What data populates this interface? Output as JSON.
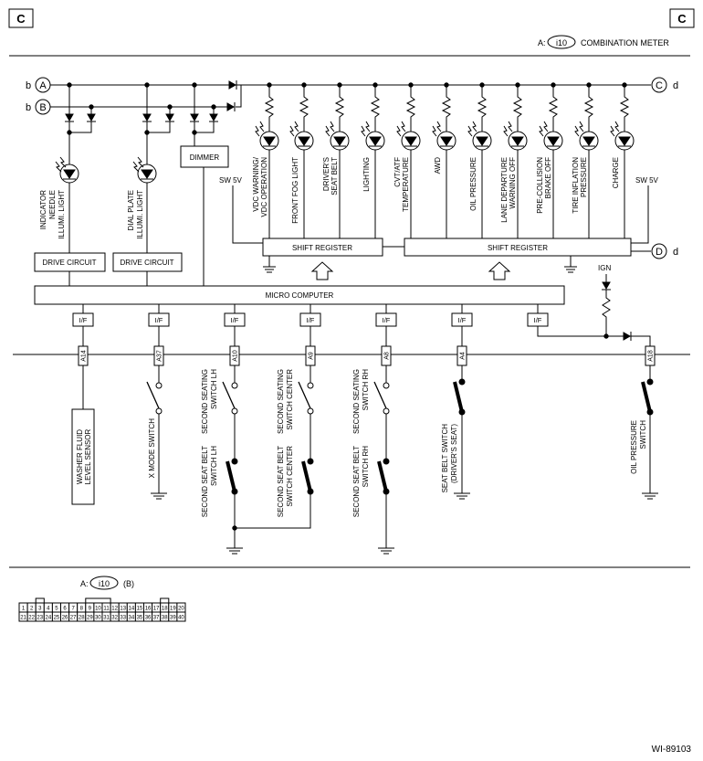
{
  "corner_left": "C",
  "corner_right": "C",
  "connector_ref": {
    "prefix": "A:",
    "code": "i10",
    "name": "COMBINATION METER"
  },
  "bus_a": {
    "left_letter": "b",
    "left_node": "A",
    "right_node": "C",
    "right_letter": "d"
  },
  "bus_b": {
    "left_letter": "b",
    "left_node": "B"
  },
  "dimmer": "DIMMER",
  "left_lamps": [
    {
      "label1": "INDICATOR",
      "label2": "NEEDLE",
      "label3": "ILLUMI. LIGHT",
      "drive": "DRIVE CIRCUIT"
    },
    {
      "label1": "DIAL PLATE",
      "label2": "ILLUMI. LIGHT",
      "drive": "DRIVE CIRCUIT"
    }
  ],
  "warning_lamps": [
    {
      "line1": "VDC WARNING/",
      "line2": "VDC OPERATION"
    },
    {
      "line1": "FRONT FOG LIGHT",
      "line2": ""
    },
    {
      "line1": "DRIVER'S",
      "line2": "SEAT BELT"
    },
    {
      "line1": "LIGHTING",
      "line2": ""
    },
    {
      "line1": "CVT/ATF",
      "line2": "TEMPERATURE"
    },
    {
      "line1": "AWD",
      "line2": ""
    },
    {
      "line1": "OIL PRESSURE",
      "line2": ""
    },
    {
      "line1": "LANE DEPARTURE",
      "line2": "WARNING OFF"
    },
    {
      "line1": "PRE-COLLISION",
      "line2": "BRAKE OFF"
    },
    {
      "line1": "TIRE INFLATION",
      "line2": "PRESSURE"
    },
    {
      "line1": "CHARGE",
      "line2": ""
    }
  ],
  "sw5v_left": "SW 5V",
  "sw5v_right": "SW 5V",
  "shift_register_left": "SHIFT REGISTER",
  "shift_register_right": "SHIFT REGISTER",
  "node_d": {
    "node": "D",
    "letter": "d"
  },
  "ign": "IGN",
  "micro_computer": "MICRO COMPUTER",
  "interfaces": [
    "I/F",
    "I/F",
    "I/F",
    "I/F",
    "I/F",
    "I/F",
    "I/F"
  ],
  "pins": [
    "A14",
    "A37",
    "A10",
    "A9",
    "A8",
    "A4",
    "A18"
  ],
  "devices": {
    "washer": {
      "line1": "WASHER FLUID",
      "line2": "LEVEL SENSOR"
    },
    "xmode": "X MODE SWITCH",
    "seating_lh": {
      "line1": "SECOND SEATING",
      "line2": "SWITCH LH"
    },
    "seating_center": {
      "line1": "SECOND SEATING",
      "line2": "SWITCH CENTER"
    },
    "seating_rh": {
      "line1": "SECOND SEATING",
      "line2": "SWITCH RH"
    },
    "belt_lh": {
      "line1": "SECOND SEAT BELT",
      "line2": "SWITCH LH"
    },
    "belt_center": {
      "line1": "SECOND SEAT BELT",
      "line2": "SWITCH CENTER"
    },
    "belt_rh": {
      "line1": "SECOND SEAT BELT",
      "line2": "SWITCH RH"
    },
    "seatbelt_driver": {
      "line1": "SEAT BELT SWITCH",
      "line2": "(DRIVER'S SEAT)"
    },
    "oil_pressure": {
      "line1": "OIL PRESSURE",
      "line2": "SWITCH"
    }
  },
  "bottom_connector": {
    "prefix": "A:",
    "code": "i10",
    "suffix": "(B)",
    "row1": [
      "1",
      "2",
      "3",
      "4",
      "5",
      "6",
      "7",
      "8",
      "9",
      "10",
      "11",
      "12",
      "13",
      "14",
      "15",
      "16",
      "17",
      "18",
      "19",
      "20"
    ],
    "row2": [
      "21",
      "22",
      "23",
      "24",
      "25",
      "26",
      "27",
      "28",
      "29",
      "30",
      "31",
      "32",
      "33",
      "34",
      "35",
      "36",
      "37",
      "38",
      "39",
      "40"
    ]
  },
  "figure_id": "WI-89103"
}
